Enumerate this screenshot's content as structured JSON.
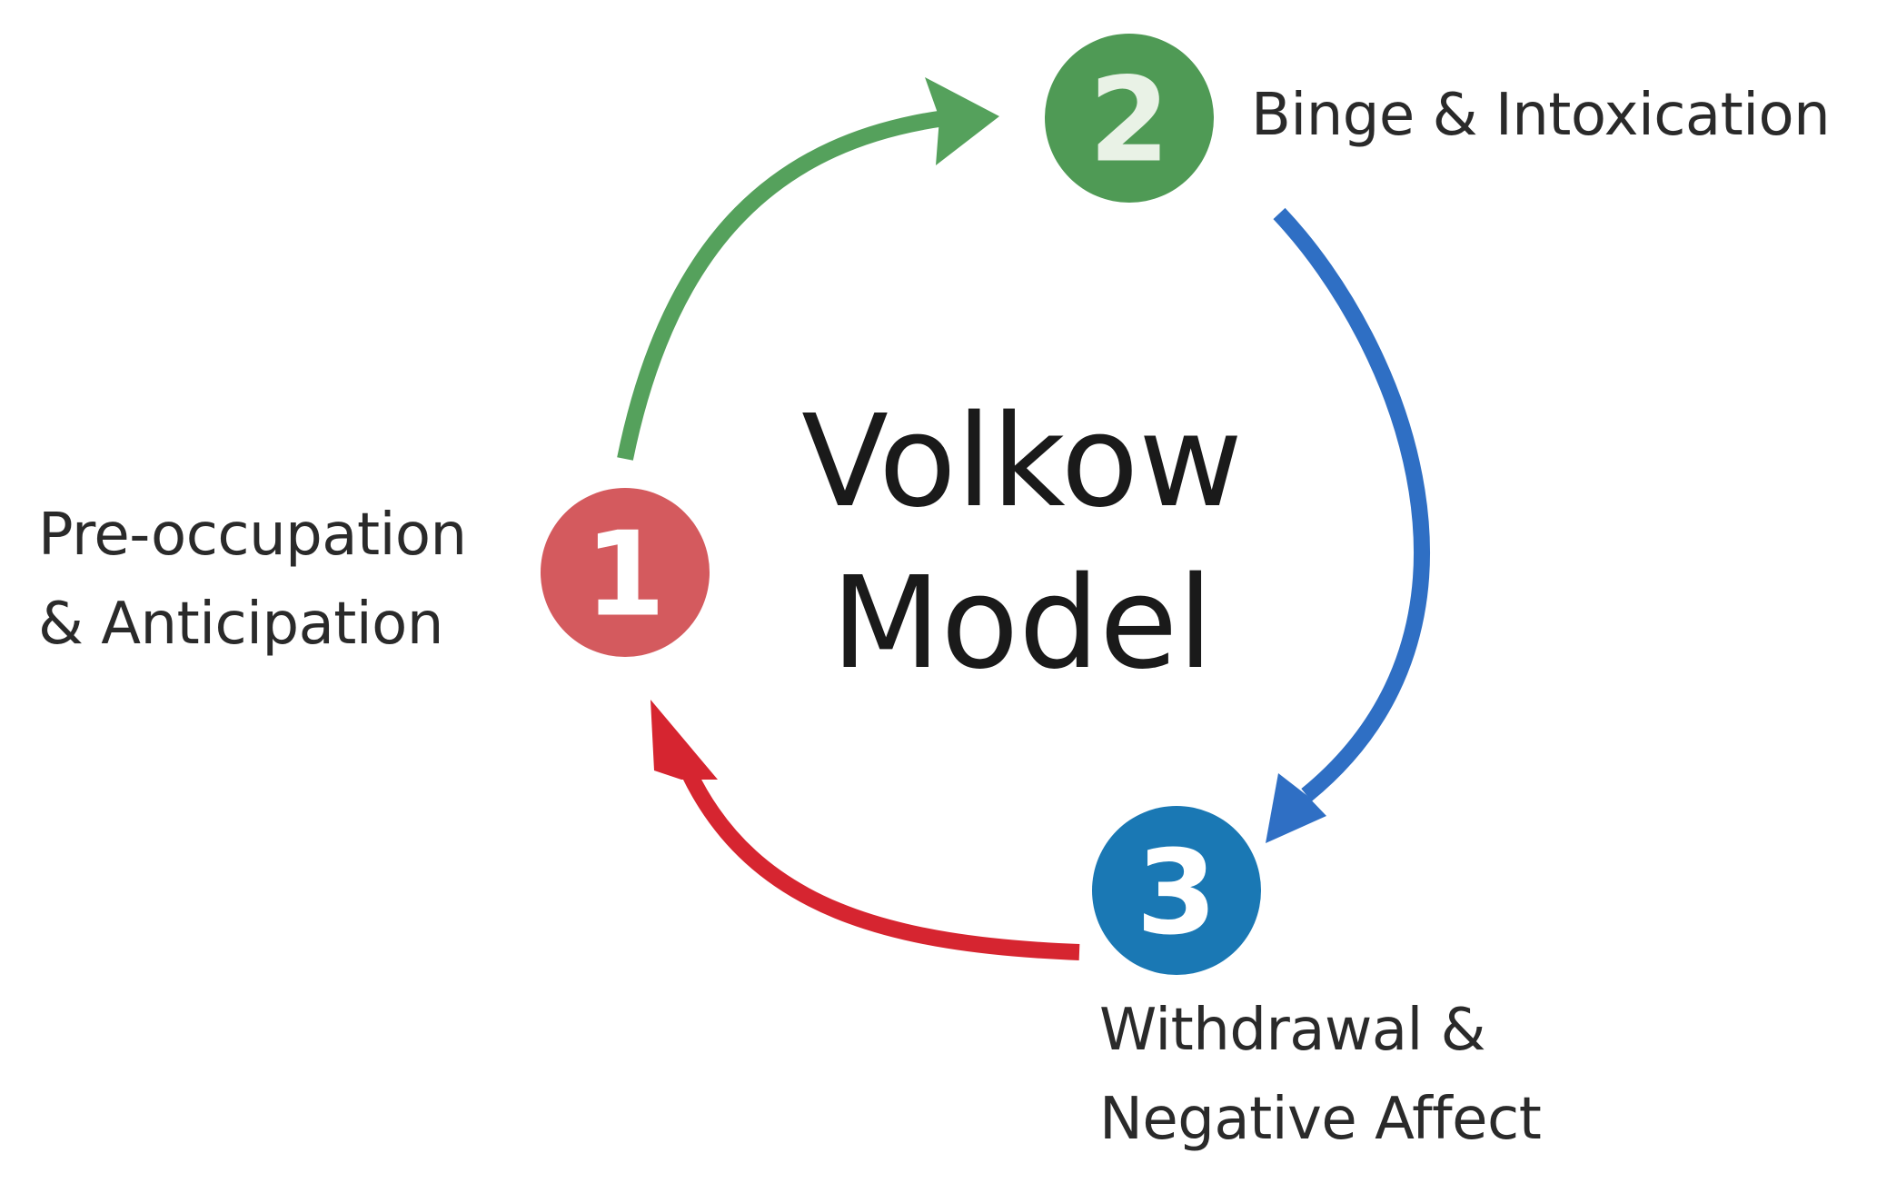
{
  "title": {
    "line1": "Volkow",
    "line2": "Model"
  },
  "stages": [
    {
      "number": "1",
      "label_line1": "Pre-occupation",
      "label_line2": "& Anticipation",
      "color": "#d45a5e"
    },
    {
      "number": "2",
      "label_line1": "Binge & Intoxication",
      "label_line2": "",
      "color": "#4f9a55"
    },
    {
      "number": "3",
      "label_line1": "Withdrawal &",
      "label_line2": "Negative Affect",
      "color": "#1a78b4"
    }
  ],
  "arrows": [
    {
      "from": "1",
      "to": "2",
      "color": "#55a15c"
    },
    {
      "from": "2",
      "to": "3",
      "color": "#2f6fc4"
    },
    {
      "from": "3",
      "to": "1",
      "color": "#d62530"
    }
  ]
}
